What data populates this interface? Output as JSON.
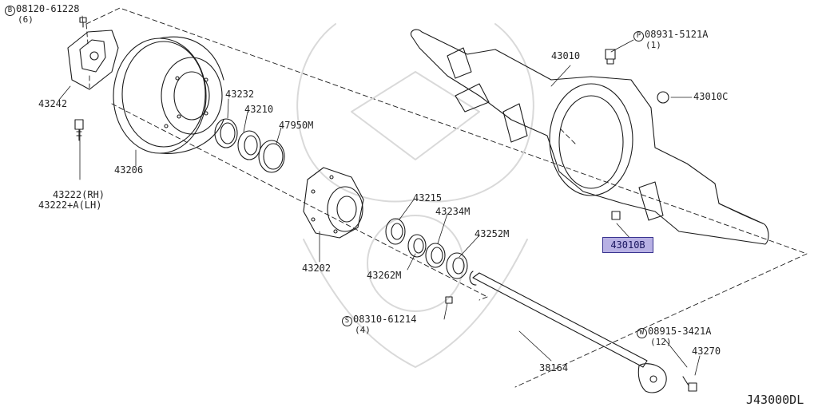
{
  "accent_color": "#b8b1e4",
  "parts": {
    "p08120": {
      "symbol": "B",
      "number": "08120-61228",
      "qty": "(6)"
    },
    "p43242": {
      "number": "43242"
    },
    "p43222": {
      "rh": "43222(RH)",
      "lh": "43222+A(LH)"
    },
    "p43206": {
      "number": "43206"
    },
    "p43232": {
      "number": "43232"
    },
    "p43210": {
      "number": "43210"
    },
    "p47950": {
      "number": "47950M"
    },
    "p43202": {
      "number": "43202"
    },
    "p43215": {
      "number": "43215"
    },
    "p43234": {
      "number": "43234M"
    },
    "p43262": {
      "number": "43262M"
    },
    "p43252": {
      "number": "43252M"
    },
    "p08310": {
      "symbol": "S",
      "number": "08310-61214",
      "qty": "(4)"
    },
    "p38164": {
      "number": "38164"
    },
    "p43010": {
      "number": "43010"
    },
    "p08931": {
      "symbol": "P",
      "number": "08931-5121A",
      "qty": "(1)"
    },
    "p43010C": {
      "number": "43010C"
    },
    "p43010B": {
      "number": "43010B",
      "highlighted": true
    },
    "p08915": {
      "symbol": "W",
      "number": "08915-3421A",
      "qty": "(12)"
    },
    "p43270": {
      "number": "43270"
    }
  },
  "diagram_code": "J43000DL"
}
